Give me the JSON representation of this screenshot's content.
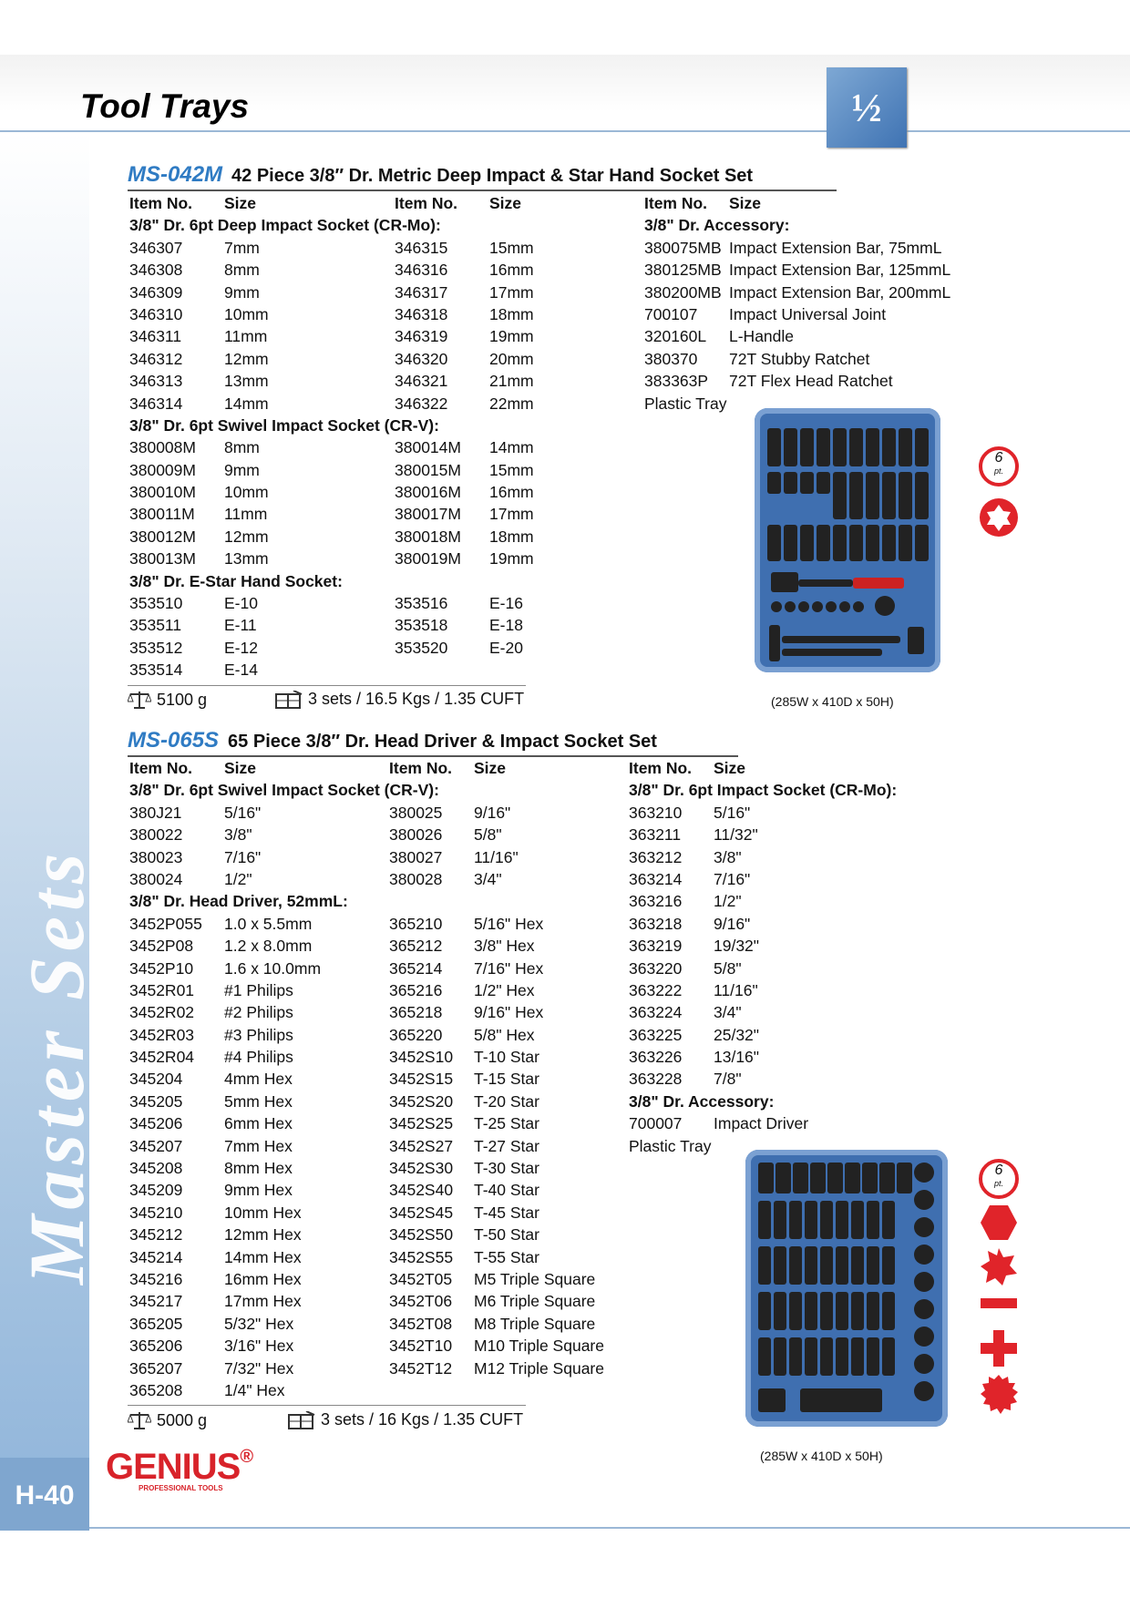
{
  "page": {
    "title": "Tool Trays",
    "badge": "½",
    "side_label": "Master Sets",
    "page_number": "H-40"
  },
  "brand": {
    "logo_text": "GENIUS",
    "reg_mark": "®",
    "tagline": "PROFESSIONAL TOOLS",
    "color": "#d8232a"
  },
  "colors": {
    "accent": "#2f7bc3",
    "tray": "#3f6fb0",
    "symbol_red": "#e0242a"
  },
  "labels": {
    "item_no": "Item No.",
    "size": "Size"
  },
  "set1": {
    "code": "MS-042M",
    "description": "42 Piece 3/8″ Dr. Metric Deep Impact & Star Hand Socket Set",
    "col1": [
      {
        "cat": "3/8\" Dr. 6pt Deep Impact Socket (CR-Mo):"
      },
      {
        "no": "346307",
        "size": "7mm"
      },
      {
        "no": "346308",
        "size": "8mm"
      },
      {
        "no": "346309",
        "size": "9mm"
      },
      {
        "no": "346310",
        "size": "10mm"
      },
      {
        "no": "346311",
        "size": "11mm"
      },
      {
        "no": "346312",
        "size": "12mm"
      },
      {
        "no": "346313",
        "size": "13mm"
      },
      {
        "no": "346314",
        "size": "14mm"
      },
      {
        "cat": "3/8\" Dr. 6pt Swivel Impact Socket (CR-V):"
      },
      {
        "no": "380008M",
        "size": "8mm"
      },
      {
        "no": "380009M",
        "size": "9mm"
      },
      {
        "no": "380010M",
        "size": "10mm"
      },
      {
        "no": "380011M",
        "size": "11mm"
      },
      {
        "no": "380012M",
        "size": "12mm"
      },
      {
        "no": "380013M",
        "size": "13mm"
      },
      {
        "cat": "3/8\" Dr. E-Star Hand Socket:"
      },
      {
        "no": "353510",
        "size": "E-10"
      },
      {
        "no": "353511",
        "size": "E-11"
      },
      {
        "no": "353512",
        "size": "E-12"
      },
      {
        "no": "353514",
        "size": "E-14"
      }
    ],
    "col2": [
      {
        "blank": true
      },
      {
        "no": "346315",
        "size": "15mm"
      },
      {
        "no": "346316",
        "size": "16mm"
      },
      {
        "no": "346317",
        "size": "17mm"
      },
      {
        "no": "346318",
        "size": "18mm"
      },
      {
        "no": "346319",
        "size": "19mm"
      },
      {
        "no": "346320",
        "size": "20mm"
      },
      {
        "no": "346321",
        "size": "21mm"
      },
      {
        "no": "346322",
        "size": "22mm"
      },
      {
        "blank": true
      },
      {
        "no": "380014M",
        "size": "14mm"
      },
      {
        "no": "380015M",
        "size": "15mm"
      },
      {
        "no": "380016M",
        "size": "16mm"
      },
      {
        "no": "380017M",
        "size": "17mm"
      },
      {
        "no": "380018M",
        "size": "18mm"
      },
      {
        "no": "380019M",
        "size": "19mm"
      },
      {
        "blank": true
      },
      {
        "no": "353516",
        "size": "E-16"
      },
      {
        "no": "353518",
        "size": "E-18"
      },
      {
        "no": "353520",
        "size": "E-20"
      }
    ],
    "col3": [
      {
        "cat": "3/8\" Dr. Accessory:"
      },
      {
        "no": "380075MB",
        "size": "Impact Extension Bar, 75mmL"
      },
      {
        "no": "380125MB",
        "size": "Impact Extension Bar, 125mmL"
      },
      {
        "no": "380200MB",
        "size": "Impact Extension Bar, 200mmL"
      },
      {
        "no": "700107",
        "size": "Impact Universal Joint"
      },
      {
        "no": "320160L",
        "size": "L-Handle"
      },
      {
        "no": "380370",
        "size": "72T Stubby Ratchet"
      },
      {
        "no": "383363P",
        "size": "72T Flex Head Ratchet"
      },
      {
        "text": "Plastic Tray"
      }
    ],
    "weight": "5100 g",
    "shipping": "3 sets / 16.5 Kgs / 1.35 CUFT",
    "dimensions": "(285W x 410D x 50H)",
    "symbol_pt": "6",
    "symbol_pt_label": "pt."
  },
  "set2": {
    "code": "MS-065S",
    "description": "65 Piece 3/8″ Dr. Head Driver & Impact Socket Set",
    "col1": [
      {
        "cat": "3/8\" Dr. 6pt Swivel Impact Socket (CR-V):"
      },
      {
        "no": "380J21",
        "size": "5/16\""
      },
      {
        "no": "380022",
        "size": "3/8\""
      },
      {
        "no": "380023",
        "size": "7/16\""
      },
      {
        "no": "380024",
        "size": "1/2\""
      },
      {
        "cat": "3/8\" Dr. Head Driver, 52mmL:"
      },
      {
        "no": "3452P055",
        "size": "1.0 x 5.5mm"
      },
      {
        "no": "3452P08",
        "size": "1.2 x 8.0mm"
      },
      {
        "no": "3452P10",
        "size": "1.6 x 10.0mm"
      },
      {
        "no": "3452R01",
        "size": "#1 Philips"
      },
      {
        "no": "3452R02",
        "size": "#2 Philips"
      },
      {
        "no": "3452R03",
        "size": "#3 Philips"
      },
      {
        "no": "3452R04",
        "size": "#4 Philips"
      },
      {
        "no": "345204",
        "size": "4mm Hex"
      },
      {
        "no": "345205",
        "size": "5mm Hex"
      },
      {
        "no": "345206",
        "size": "6mm Hex"
      },
      {
        "no": "345207",
        "size": "7mm Hex"
      },
      {
        "no": "345208",
        "size": "8mm Hex"
      },
      {
        "no": "345209",
        "size": "9mm Hex"
      },
      {
        "no": "345210",
        "size": "10mm Hex"
      },
      {
        "no": "345212",
        "size": "12mm Hex"
      },
      {
        "no": "345214",
        "size": "14mm Hex"
      },
      {
        "no": "345216",
        "size": "16mm Hex"
      },
      {
        "no": "345217",
        "size": "17mm Hex"
      },
      {
        "no": "365205",
        "size": "5/32\" Hex"
      },
      {
        "no": "365206",
        "size": "3/16\" Hex"
      },
      {
        "no": "365207",
        "size": "7/32\" Hex"
      },
      {
        "no": "365208",
        "size": "1/4\" Hex"
      }
    ],
    "col2": [
      {
        "blank": true
      },
      {
        "no": "380025",
        "size": "9/16\""
      },
      {
        "no": "380026",
        "size": "5/8\""
      },
      {
        "no": "380027",
        "size": "11/16\""
      },
      {
        "no": "380028",
        "size": "3/4\""
      },
      {
        "blank": true
      },
      {
        "no": "365210",
        "size": "5/16\" Hex"
      },
      {
        "no": "365212",
        "size": "3/8\" Hex"
      },
      {
        "no": "365214",
        "size": "7/16\" Hex"
      },
      {
        "no": "365216",
        "size": "1/2\" Hex"
      },
      {
        "no": "365218",
        "size": "9/16\" Hex"
      },
      {
        "no": "365220",
        "size": "5/8\" Hex"
      },
      {
        "no": "3452S10",
        "size": "T-10 Star"
      },
      {
        "no": "3452S15",
        "size": "T-15 Star"
      },
      {
        "no": "3452S20",
        "size": "T-20 Star"
      },
      {
        "no": "3452S25",
        "size": "T-25 Star"
      },
      {
        "no": "3452S27",
        "size": "T-27 Star"
      },
      {
        "no": "3452S30",
        "size": "T-30 Star"
      },
      {
        "no": "3452S40",
        "size": "T-40 Star"
      },
      {
        "no": "3452S45",
        "size": "T-45 Star"
      },
      {
        "no": "3452S50",
        "size": "T-50 Star"
      },
      {
        "no": "3452S55",
        "size": "T-55 Star"
      },
      {
        "no": "3452T05",
        "size": "M5 Triple Square"
      },
      {
        "no": "3452T06",
        "size": "M6 Triple Square"
      },
      {
        "no": "3452T08",
        "size": "M8 Triple Square"
      },
      {
        "no": "3452T10",
        "size": "M10 Triple Square"
      },
      {
        "no": "3452T12",
        "size": "M12 Triple Square"
      }
    ],
    "col3": [
      {
        "cat": "3/8\" Dr. 6pt Impact Socket (CR-Mo):"
      },
      {
        "no": "363210",
        "size": "5/16\""
      },
      {
        "no": "363211",
        "size": "11/32\""
      },
      {
        "no": "363212",
        "size": "3/8\""
      },
      {
        "no": "363214",
        "size": "7/16\""
      },
      {
        "no": "363216",
        "size": "1/2\""
      },
      {
        "no": "363218",
        "size": "9/16\""
      },
      {
        "no": "363219",
        "size": "19/32\""
      },
      {
        "no": "363220",
        "size": "5/8\""
      },
      {
        "no": "363222",
        "size": "11/16\""
      },
      {
        "no": "363224",
        "size": "3/4\""
      },
      {
        "no": "363225",
        "size": "25/32\""
      },
      {
        "no": "363226",
        "size": "13/16\""
      },
      {
        "no": "363228",
        "size": "7/8\""
      },
      {
        "cat": "3/8\" Dr. Accessory:"
      },
      {
        "no": "700007",
        "size": "Impact Driver"
      },
      {
        "text": "Plastic Tray"
      }
    ],
    "weight": "5000 g",
    "shipping": "3 sets / 16 Kgs / 1.35 CUFT",
    "dimensions": "(285W x 410D x 50H)",
    "symbol_pt": "6",
    "symbol_pt_label": "pt."
  }
}
